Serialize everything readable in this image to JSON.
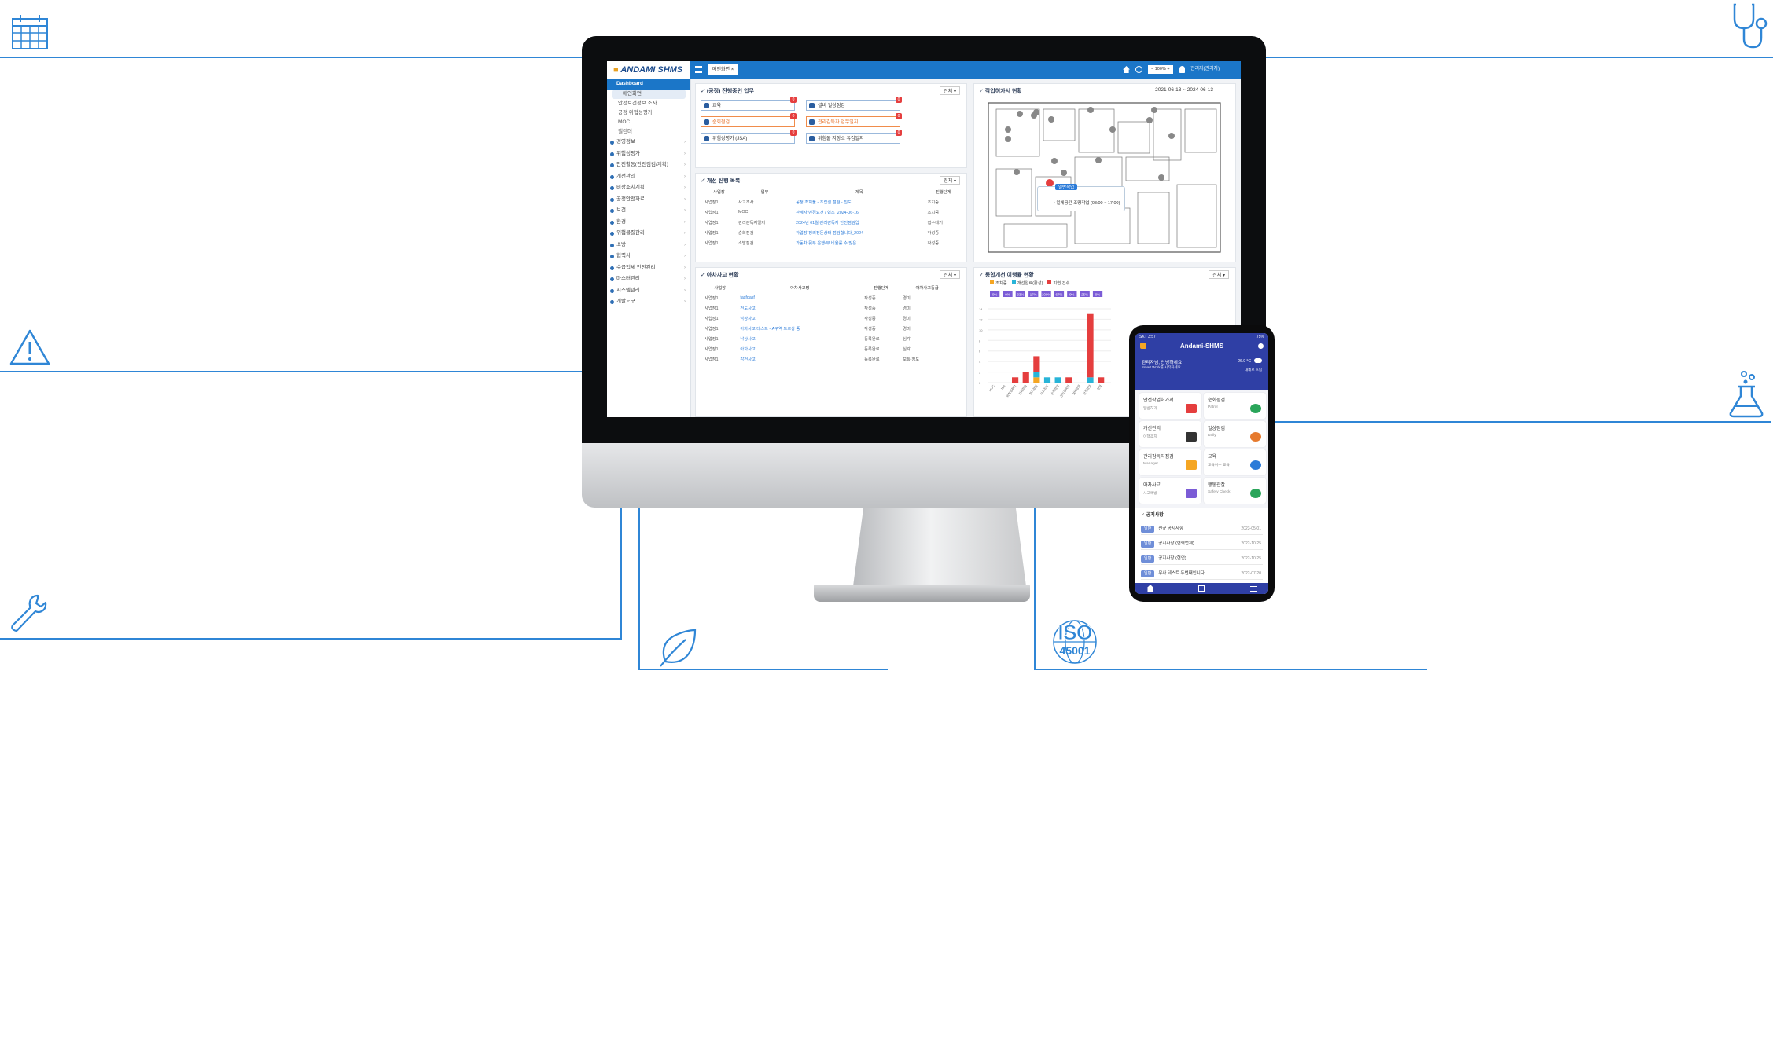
{
  "colors": {
    "accent": "#2f86d6",
    "topbar": "#1b76c8",
    "phone_header": "#2f3fa5"
  },
  "decor_icons": [
    "calendar-icon",
    "stethoscope-icon",
    "warning-icon",
    "flask-icon",
    "wrench-icon",
    "leaf-icon",
    "iso-badge-icon"
  ],
  "iso_badge": {
    "line1": "ISO",
    "line2": "45001"
  },
  "desktop": {
    "logo": "ANDAMI SHMS",
    "tab": "메인화면",
    "topbar_right": "관리자(관리자)",
    "zoom": "100%",
    "sidebar": {
      "dashboard": "Dashboard",
      "sub_items": [
        "메인화면",
        "안전보건정보 조사",
        "공정 위험성평가",
        "MOC",
        "캘린더"
      ],
      "items": [
        "경영정보",
        "위험성평가",
        "안전활동(안전점검/계획)",
        "개선관리",
        "비상조치계획",
        "공정안전자료",
        "보건",
        "환경",
        "위험물질관리",
        "소방",
        "협력사",
        "수급업체 안전관리",
        "마스터관리",
        "시스템관리",
        "개발도구"
      ]
    },
    "tasks_panel": {
      "title": "(공정) 진행중인 업무",
      "select": "전체",
      "tasks": [
        {
          "label": "교육",
          "badge": "0"
        },
        {
          "label": "설비 일상점검",
          "badge": "0"
        },
        {
          "label": "순회점검",
          "badge": "0"
        },
        {
          "label": "관리감독자 업무일지",
          "badge": "0"
        },
        {
          "label": "위험성평가 (JSA)",
          "badge": "0"
        },
        {
          "label": "위험물 저장소 유검일지",
          "badge": "0"
        }
      ]
    },
    "map_panel": {
      "title": "작업허가서 현황",
      "date_range": "2021-06-13 ~ 2024-06-13",
      "popup_tag": "일반작업",
      "popup_text": "• 일체공간 조명작업 (08:00 ~ 17:00)"
    },
    "improve_panel": {
      "title": "개선 진행 목록",
      "select": "전체",
      "headers": [
        "사업장",
        "업무",
        "제목",
        "진행단계"
      ],
      "rows": [
        [
          "사업장1",
          "사고조사",
          "공정 조치불 - 조립실 점검 - 진도",
          "조치중"
        ],
        [
          "사업장1",
          "MOC",
          "관계자 변경요건 / 협조_2024-06-16",
          "조치중"
        ],
        [
          "사업장1",
          "관리감독자일지",
          "2024년 01월 관리감독자 안전점검입",
          "접수대기"
        ],
        [
          "사업장1",
          "순회점검",
          "작업장 정리정돈상태 점검합니다_2024",
          "작성중"
        ],
        [
          "사업장1",
          "소방점검",
          "가동차 뒷부 운행/무 비율률 수 많은",
          "작성중"
        ]
      ]
    },
    "accident_panel": {
      "title": "아차사고 현황",
      "select": "전체",
      "headers": [
        "사업장",
        "아차사고명",
        "진행단계",
        "아차사고등급"
      ],
      "rows": [
        [
          "사업장1",
          "fasfdasf",
          "작성중",
          "경미"
        ],
        [
          "사업장1",
          "전도사고",
          "작성중",
          "경미"
        ],
        [
          "사업장1",
          "낙상사고",
          "작성중",
          "경미"
        ],
        [
          "사업장1",
          "아차사고 테스트 - A구역 도로상 중",
          "작성중",
          "경미"
        ],
        [
          "사업장1",
          "낙상사고",
          "등록완료",
          "심각"
        ],
        [
          "사업장1",
          "아차사고",
          "등록완료",
          "심각"
        ],
        [
          "사업장1",
          "감전사고",
          "등록완료",
          "보통 정도"
        ]
      ]
    },
    "chart_panel": {
      "title": "통합개선 이행률 현황",
      "select": "전체"
    }
  },
  "chart_data": {
    "type": "bar",
    "title": "통합개선 이행률 현황",
    "legend": [
      "조치중",
      "개선완료(활성)",
      "지연 건수"
    ],
    "legend_colors": [
      "#f5a623",
      "#28b4d8",
      "#e53e3e"
    ],
    "rates": [
      "0%",
      "0%",
      "33%",
      "17%",
      "100%",
      "67%",
      "0%",
      "25%",
      "0%"
    ],
    "categories": [
      "MOC",
      "JSA",
      "위험성평가",
      "자체점검",
      "정기점검",
      "사고조사",
      "순회점검",
      "관리감독자",
      "설비점검",
      "안전점검",
      "환경"
    ],
    "series": [
      {
        "name": "조치중",
        "values": [
          0,
          0,
          0,
          0,
          1,
          0,
          0,
          0,
          0,
          0,
          0
        ]
      },
      {
        "name": "개선완료(활성)",
        "values": [
          0,
          0,
          0,
          0,
          1,
          1,
          1,
          0,
          0,
          1,
          0
        ]
      },
      {
        "name": "지연 건수",
        "values": [
          0,
          0,
          1,
          2,
          3,
          0,
          0,
          1,
          0,
          12,
          1
        ]
      }
    ],
    "ylim": [
      0,
      14
    ]
  },
  "mobile": {
    "status": "SKT 3:57",
    "battery": "75%",
    "title": "Andami-SHMS",
    "greeting": "관리자님, 안녕하세요",
    "greeting_sub": "Smart Work를 시작하세요",
    "weather": "26.9 °C",
    "weather_sub": "대체로 흐림",
    "cards": [
      {
        "title": "안전작업허가서",
        "sub": "일반허가"
      },
      {
        "title": "순회점검",
        "sub": "Patrol"
      },
      {
        "title": "개선관리",
        "sub": "이행조치"
      },
      {
        "title": "일상점검",
        "sub": "Daily"
      },
      {
        "title": "관리감독자점검",
        "sub": "Manager"
      },
      {
        "title": "교육",
        "sub": "교육이수 교육"
      },
      {
        "title": "아차사고",
        "sub": "사고예방"
      },
      {
        "title": "행동관찰",
        "sub": "Safety Check"
      }
    ],
    "notice_title": "공지사항",
    "notices": [
      {
        "tag": "일반",
        "text": "신규 공지사항",
        "date": "2023-05-01"
      },
      {
        "tag": "일반",
        "text": "공지사항 (협력업체)",
        "date": "2022-10-25"
      },
      {
        "tag": "일반",
        "text": "공지사항 (현업)",
        "date": "2022-10-25"
      },
      {
        "tag": "일반",
        "text": "무사 테스트 두번째입니다.",
        "date": "2022-07-20"
      }
    ]
  }
}
